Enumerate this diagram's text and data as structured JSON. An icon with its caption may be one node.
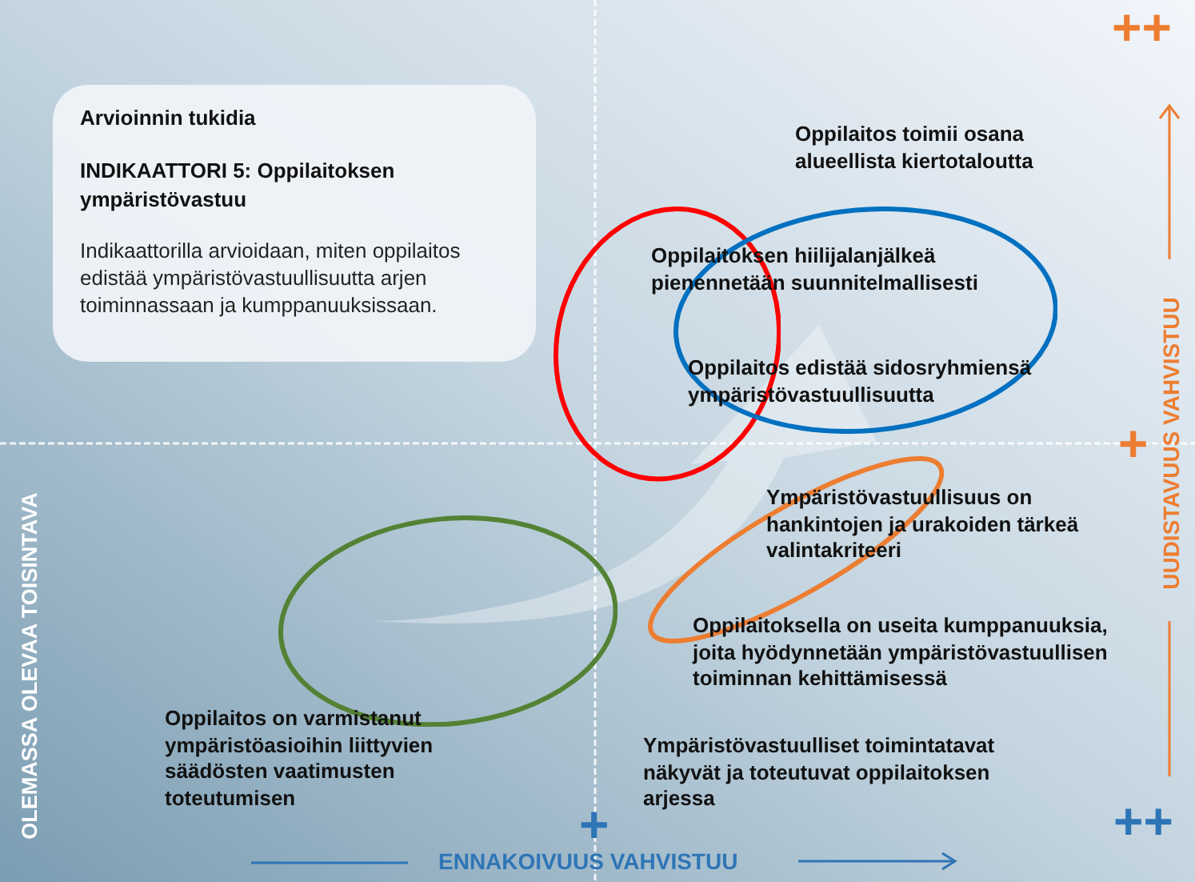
{
  "diagram": {
    "nodes": [
      {
        "text": [
          "Arvioinnin tukidia",
          "INDIKAATTORI 5: Oppilaitoksen ympäristövastuu",
          "Indikaattorilla arvioidaan, miten oppilaitos edistää ympäristövastuullisuutta arjen toiminnassaan ja kumppanuuksissaan."
        ]
      },
      {
        "text": [],
        "shape": "ellipse"
      },
      {
        "text": [],
        "shape": "ellipse"
      },
      {
        "text": [],
        "shape": "ellipse"
      },
      {
        "text": [],
        "shape": "ellipse"
      }
    ],
    "labels": [
      "++",
      "Oppilaitos toimii osana alueellista kiertotaloutta",
      "Oppilaitoksen hiilijalanjälkeä pienennetään suunnitelmallisesti",
      "Oppilaitos edistää sidosryhmiensä ympäristövastuullisuutta",
      "UUDISTAVUUS VAHVISTUU",
      "+",
      "Ympäristövastuullisuus on hankintojen ja urakoiden tärkeä valintakriteeri",
      "OLEMASSA OLEVAA TOISINTAVA",
      "Oppilaitoksella on useita kumppanuuksia, joita hyödynnetään ympäristövastuullisen toiminnan kehittämisessä",
      "Oppilaitos on varmistanut ympäristöasioihin liittyvien säädösten vaatimusten toteutumisen",
      "Ympäristövastuulliset toimintatavat näkyvät ja toteutuvat oppilaitoksen arjessa",
      "+",
      "++",
      "ENNAKOIVUUS VAHVISTUU"
    ]
  }
}
